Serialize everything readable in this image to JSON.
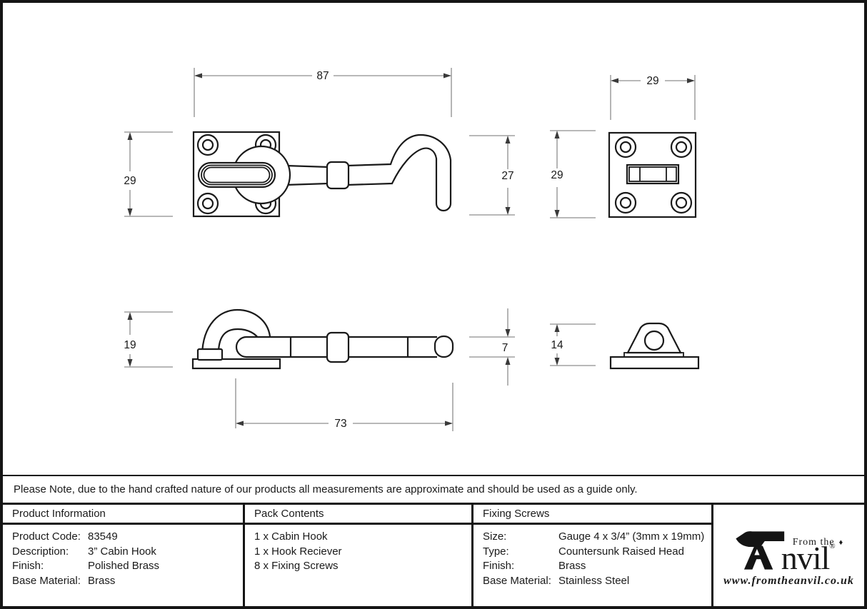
{
  "colors": {
    "ink": "#1a1a1a",
    "dim_line": "#8d8d8d"
  },
  "drawing": {
    "dimensions": {
      "front_width": "87",
      "front_plate_height": "29",
      "hook_height": "27",
      "receiver_front_height": "29",
      "receiver_width": "29",
      "side_height": "19",
      "side_length": "73",
      "bar_thickness": "7",
      "receiver_side_height": "14"
    }
  },
  "note": "Please Note, due to the hand crafted nature of our products all measurements are approximate and should be used as a guide only.",
  "product_information": {
    "title": "Product Information",
    "rows": [
      {
        "label": "Product Code:",
        "value": "83549"
      },
      {
        "label": "Description:",
        "value": "3” Cabin Hook"
      },
      {
        "label": "Finish:",
        "value": "Polished Brass"
      },
      {
        "label": "Base Material:",
        "value": "Brass"
      }
    ]
  },
  "pack_contents": {
    "title": "Pack Contents",
    "items": [
      "1 x Cabin Hook",
      "1 x Hook Reciever",
      "8 x Fixing Screws"
    ]
  },
  "fixing_screws": {
    "title": "Fixing Screws",
    "rows": [
      {
        "label": "Size:",
        "value": "Gauge 4 x 3/4” (3mm x 19mm)"
      },
      {
        "label": "Type:",
        "value": "Countersunk Raised Head"
      },
      {
        "label": "Finish:",
        "value": "Brass"
      },
      {
        "label": "Base Material:",
        "value": "Stainless Steel"
      }
    ]
  },
  "logo": {
    "prefix": "From the",
    "diamond": "♦",
    "name_rest": "nvil",
    "registered": "®",
    "url": "www.fromtheanvil.co.uk"
  }
}
